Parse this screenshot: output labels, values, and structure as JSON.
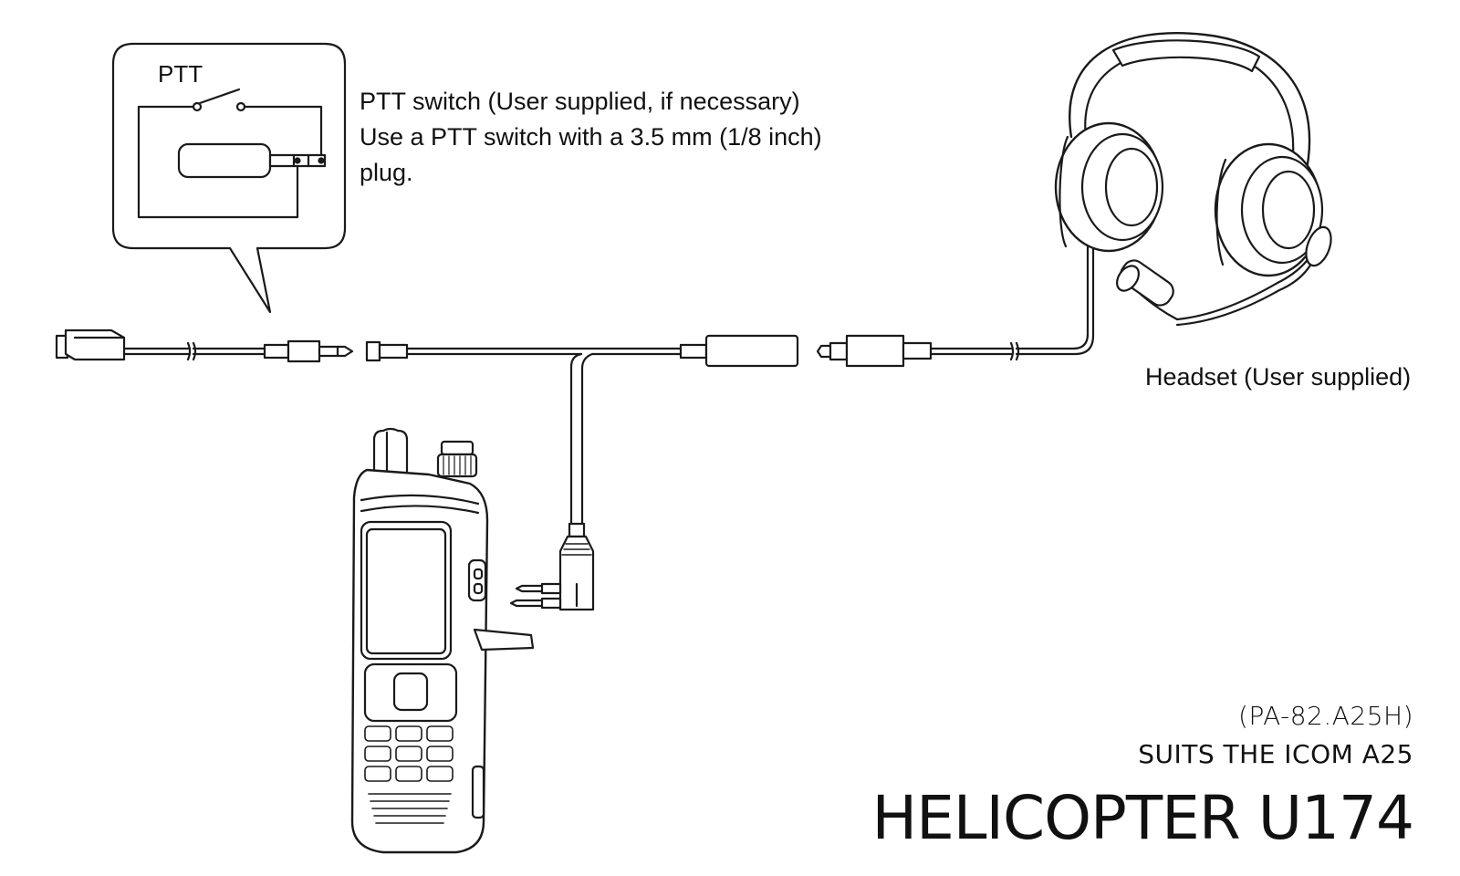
{
  "inset": {
    "ptt_label": "PTT"
  },
  "ptt_callout": {
    "line1": "PTT switch (User supplied, if necessary)",
    "line2": "Use a PTT switch with a 3.5 mm (1/8 inch)",
    "line3": "plug."
  },
  "headset": {
    "label": "Headset (User supplied)"
  },
  "product": {
    "model_code": "(PA-82.A25H)",
    "suits": "SUITS THE ICOM A25",
    "title": "HELICOPTER U174"
  },
  "colors": {
    "line": "#1a1a1a",
    "background": "#ffffff"
  }
}
